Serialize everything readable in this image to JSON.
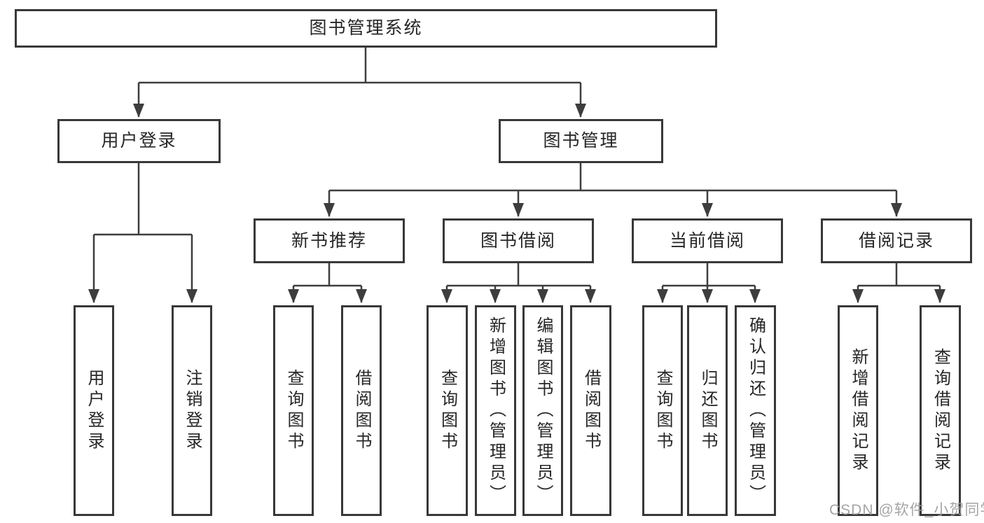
{
  "title": "图书管理系统",
  "tree": {
    "label": "图书管理系统",
    "children": [
      {
        "label": "用户登录",
        "children": [
          {
            "label": "用户登录"
          },
          {
            "label": "注销登录"
          }
        ]
      },
      {
        "label": "图书管理",
        "children": [
          {
            "label": "新书推荐",
            "children": [
              {
                "label": "查询图书"
              },
              {
                "label": "借阅图书"
              }
            ]
          },
          {
            "label": "图书借阅",
            "children": [
              {
                "label": "查询图书"
              },
              {
                "label": "新增图书（管理员）"
              },
              {
                "label": "编辑图书（管理员）"
              },
              {
                "label": "借阅图书"
              }
            ]
          },
          {
            "label": "当前借阅",
            "children": [
              {
                "label": "查询图书"
              },
              {
                "label": "归还图书"
              },
              {
                "label": "确认归还（管理员）"
              }
            ]
          },
          {
            "label": "借阅记录",
            "children": [
              {
                "label": "新增借阅记录"
              },
              {
                "label": "查询借阅记录"
              }
            ]
          }
        ]
      }
    ]
  },
  "watermark": {
    "text": "CSDN @软件_小贺同学"
  },
  "colors": {
    "background": "#ffffff",
    "line": "#3d3d3d",
    "box_border": "#383838",
    "text": "#262626",
    "watermark": "#9c9c9c"
  }
}
